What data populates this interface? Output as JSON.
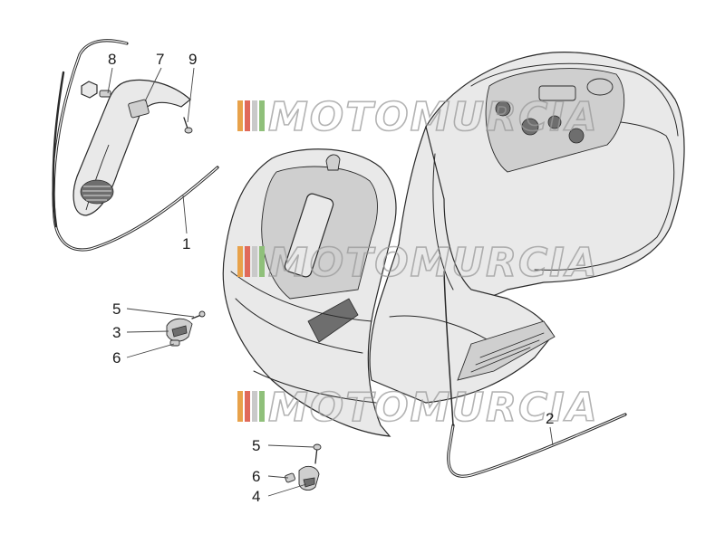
{
  "watermark": {
    "text": "MOTOMURCIA",
    "stripe_colors": [
      "#e8a24a",
      "#e06a5a",
      "#c9c9c9",
      "#8fc07a"
    ]
  },
  "labels": {
    "p1": "1",
    "p2": "2",
    "p3": "3",
    "p4": "4",
    "p5a": "5",
    "p5b": "5",
    "p6a": "6",
    "p6b": "6",
    "p7": "7",
    "p8": "8",
    "p9": "9"
  }
}
